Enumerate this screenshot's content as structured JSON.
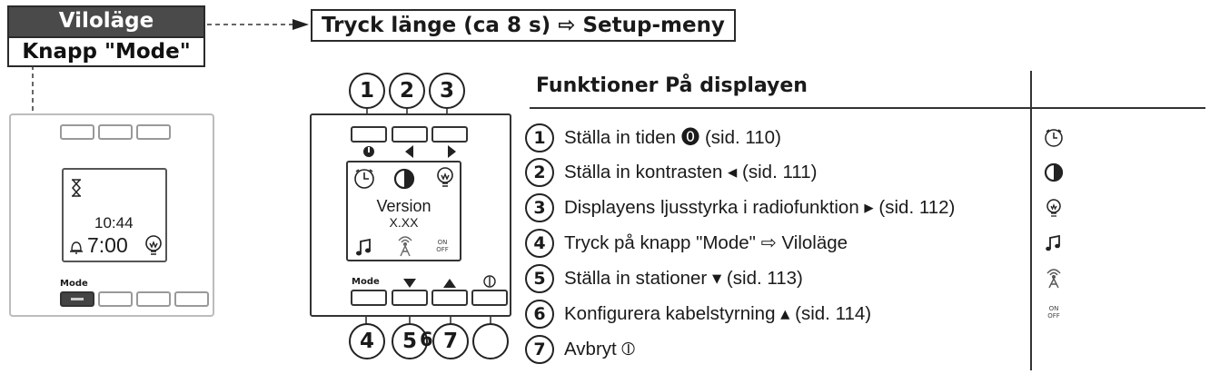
{
  "labels": {
    "mode_top": "Viloläge",
    "mode_bottom": "Knapp \"Mode\"",
    "setup": "Tryck länge (ca 8 s) ⇨ Setup-meny"
  },
  "left_device": {
    "time": "10:44",
    "alarm": "7:00",
    "mode_label": "Mode"
  },
  "middle_device": {
    "version_label": "Version",
    "version_value": "X.XX",
    "mode_label": "Mode",
    "onoff_label": "ON OFF",
    "top_numbers": [
      "1",
      "2",
      "3"
    ],
    "bottom_numbers": [
      "4",
      "5",
      "6",
      "7"
    ]
  },
  "functions": {
    "title": "Funktioner På displayen",
    "items": [
      {
        "num": "1",
        "text": "Ställa in tiden ⓿ (sid. 110)",
        "icon": "clock-icon"
      },
      {
        "num": "2",
        "text": "Ställa in kontrasten ◂  (sid. 111)",
        "icon": "contrast-icon"
      },
      {
        "num": "3",
        "text": "Displayens ljusstyrka i radiofunktion ▸ (sid. 112)",
        "icon": "bulb-icon"
      },
      {
        "num": "4",
        "text": "Tryck på knapp \"Mode\" ⇨ Viloläge",
        "icon": "music-note-icon"
      },
      {
        "num": "5",
        "text": "Ställa in stationer ▾  (sid. 113)",
        "icon": "antenna-icon"
      },
      {
        "num": "6",
        "text": "Konfigurera kabelstyrning ▴  (sid. 114)",
        "icon": "onoff-switch-icon"
      },
      {
        "num": "7",
        "text": "Avbryt ⦶",
        "icon": ""
      }
    ]
  }
}
